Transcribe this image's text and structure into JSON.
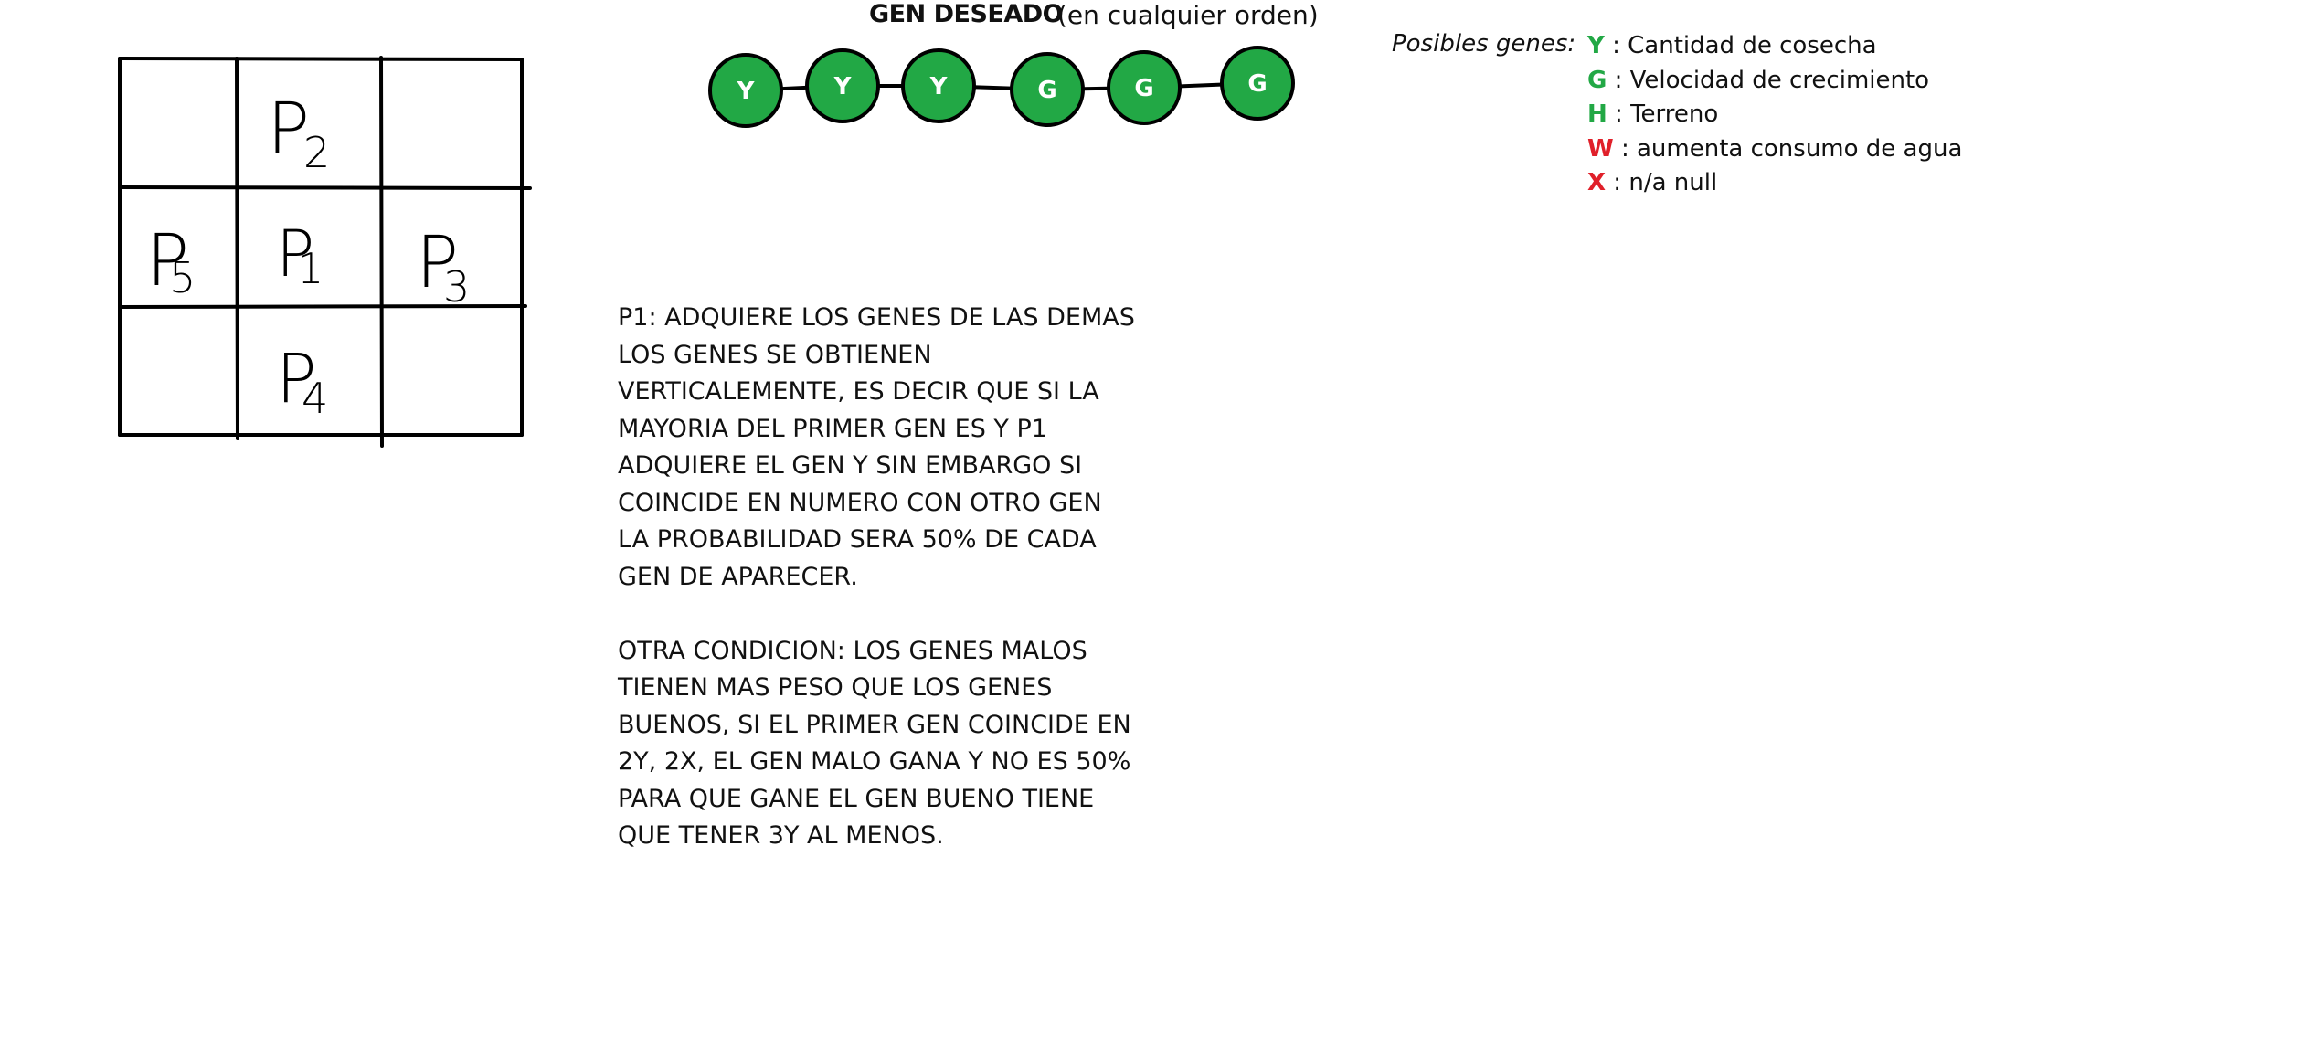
{
  "grid": {
    "cells": [
      {
        "label": "P",
        "sub": "2"
      },
      {
        "label": "P",
        "sub": "5"
      },
      {
        "label": "P",
        "sub": "1"
      },
      {
        "label": "P",
        "sub": "3"
      },
      {
        "label": "P",
        "sub": "4"
      }
    ]
  },
  "desired_gene": {
    "title": "GEN DESEADO",
    "subtitle": "(en cualquier orden)",
    "genes": [
      "Y",
      "Y",
      "Y",
      "G",
      "G",
      "G"
    ],
    "color": "#22a845"
  },
  "legend": {
    "label": "Posibles genes:",
    "items": [
      {
        "code": "Y",
        "sep": " : ",
        "desc": "Cantidad de cosecha",
        "color": "#22a845"
      },
      {
        "code": "G",
        "sep": " : ",
        "desc": "Velocidad de crecimiento",
        "color": "#22a845"
      },
      {
        "code": "H",
        "sep": " : ",
        "desc": "Terreno",
        "color": "#22a845"
      },
      {
        "code": "W",
        "sep": " : ",
        "desc": "aumenta consumo de agua",
        "color": "#e0202a"
      },
      {
        "code": "X",
        "sep": " : ",
        "desc": "n/a null",
        "color": "#e0202a"
      }
    ]
  },
  "rules": {
    "paragraph1": "P1: ADQUIERE LOS GENES DE LAS DEMAS\nLOS GENES SE OBTIENEN\nVERTICALEMENTE, ES DECIR QUE SI LA\nMAYORIA DEL PRIMER GEN ES Y P1\nADQUIERE EL GEN Y SIN EMBARGO SI\nCOINCIDE EN NUMERO CON OTRO GEN\nLA PROBABILIDAD SERA 50% DE CADA\nGEN DE APARECER.",
    "paragraph2": "OTRA CONDICION: LOS GENES MALOS\nTIENEN MAS PESO QUE LOS GENES\nBUENOS, SI EL PRIMER GEN COINCIDE EN\n2Y, 2X, EL GEN MALO GANA Y NO ES 50%\nPARA QUE GANE EL GEN BUENO TIENE\nQUE TENER 3Y AL MENOS."
  }
}
